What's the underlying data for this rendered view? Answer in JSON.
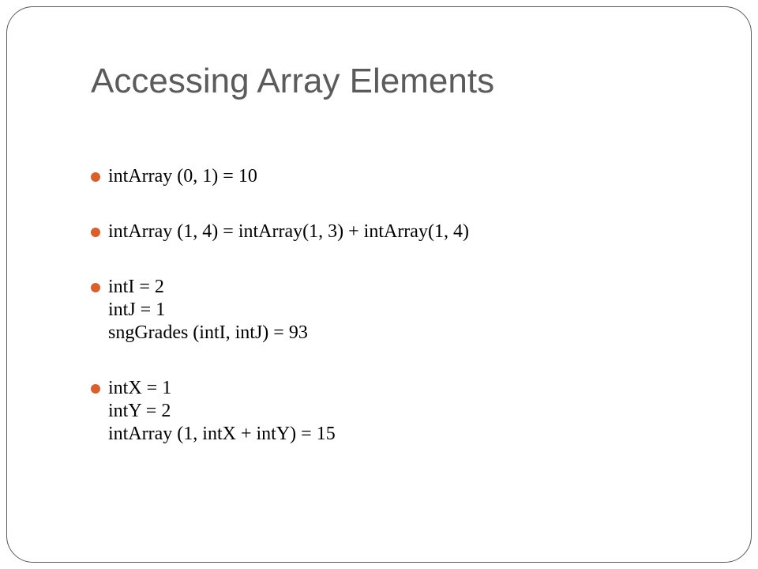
{
  "slide": {
    "title": "Accessing Array Elements",
    "bullets": [
      {
        "lines": [
          "intArray (0, 1) = 10"
        ]
      },
      {
        "lines": [
          "intArray (1, 4) = intArray(1, 3) + intArray(1, 4)"
        ]
      },
      {
        "lines": [
          "intI = 2",
          "intJ = 1",
          "sngGrades (intI, intJ) = 93"
        ]
      },
      {
        "lines": [
          "intX = 1",
          "intY = 2",
          "intArray (1, intX + intY) = 15"
        ]
      }
    ]
  },
  "colors": {
    "title": "#5b5b5b",
    "bullet_marker": "#d8602c",
    "frame_border": "#5a5a5a",
    "text": "#000000"
  },
  "icons": {
    "bullet_marker": "bullet-dot-icon"
  }
}
